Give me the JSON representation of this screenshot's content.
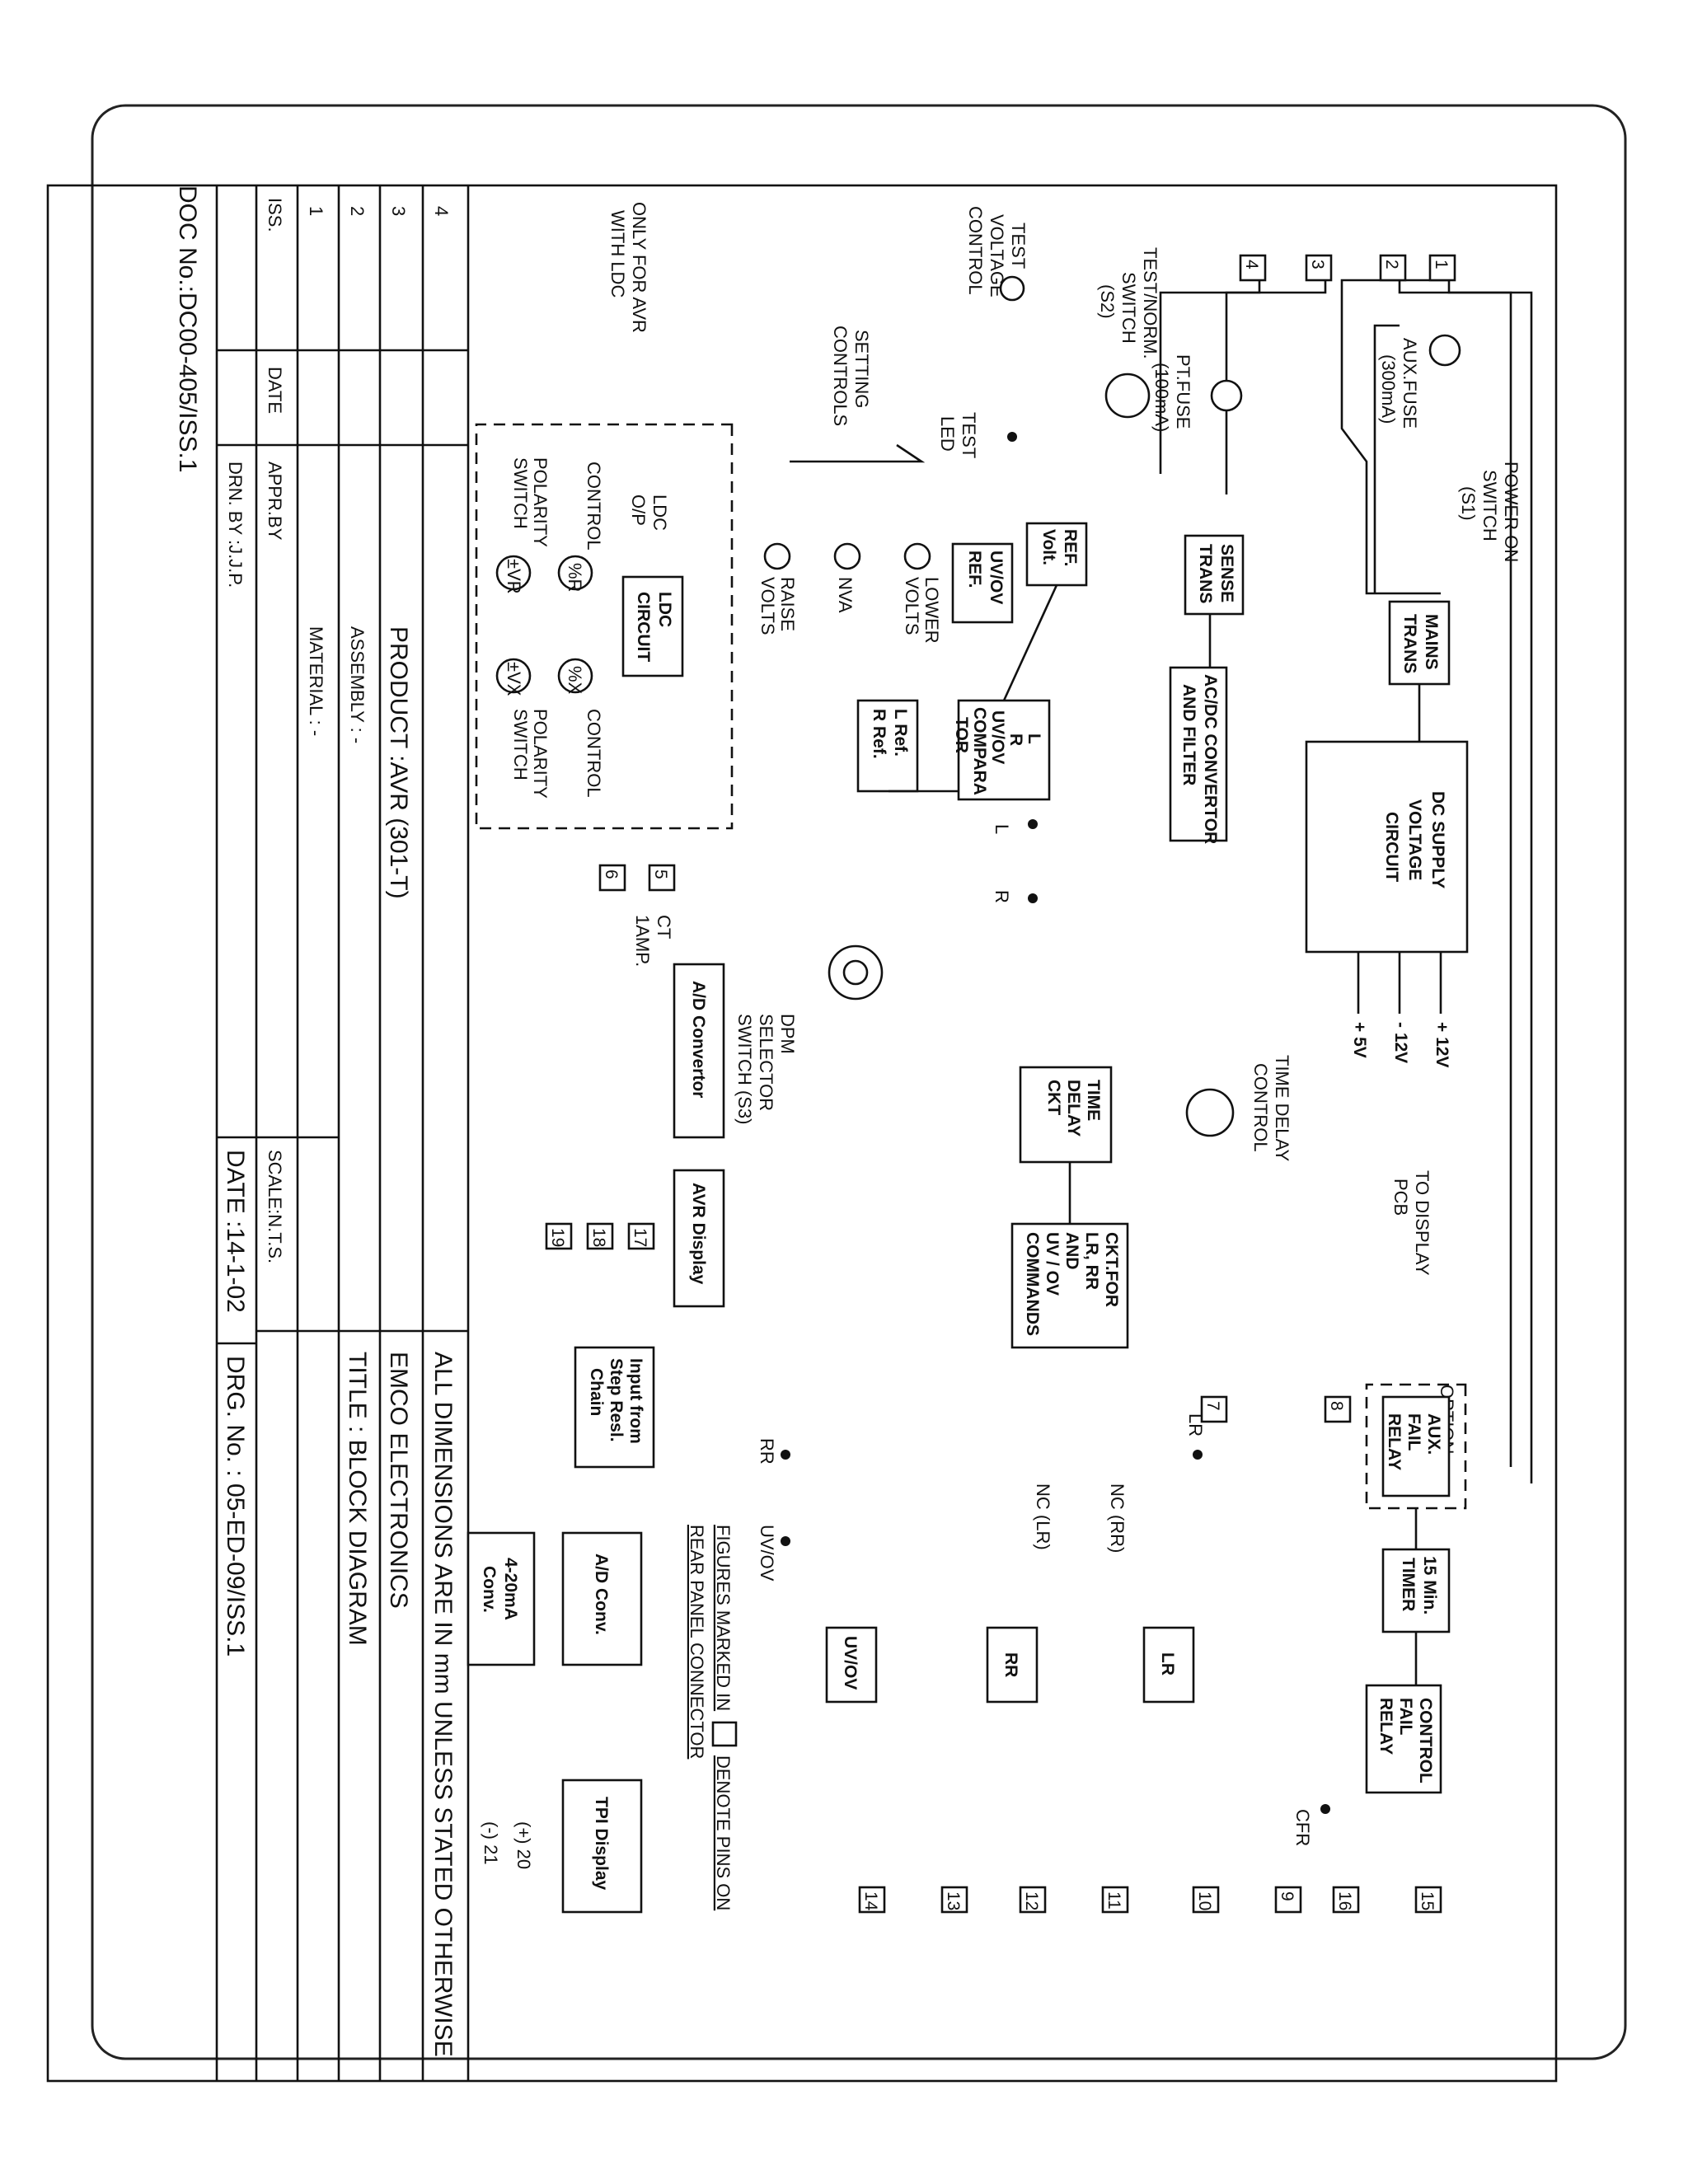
{
  "doc_number": "DOC No.:DC00-405/ISS.1",
  "title_block": {
    "all_dimensions": "ALL DIMENSIONS ARE IN mm UNLESS STATED OTHERWISE",
    "company": "EMCO ELECTRONICS",
    "title": "TITLE : BLOCK DIAGRAM",
    "product": "PRODUCT :AVR (301-T)",
    "assembly": "ASSEMBLY : -",
    "material": "MATERIAL : -",
    "scale": "SCALE:N.T.S.",
    "drn_by": "DRN. BY :J.J.P.",
    "date": "DATE :14-1-02",
    "drg_no": "DRG. No. : 05-ED-09/ISS.1",
    "issues": [
      "4",
      "3",
      "2",
      "1"
    ],
    "col_iss": "ISS.",
    "col_date": "DATE",
    "col_appr": "APPR.BY"
  },
  "blocks": {
    "mains_trans": [
      "MAINS",
      "TRANS"
    ],
    "dc_supply": [
      "DC SUPPLY",
      "VOLTAGE",
      "CIRCUIT"
    ],
    "sense_trans": [
      "SENSE",
      "TRANS"
    ],
    "acdc": [
      "AC/DC CONVERTOR",
      "AND FILTER"
    ],
    "ref_volt": [
      "REF.",
      "Volt."
    ],
    "uvov_ref": [
      "UV/OV",
      "REF."
    ],
    "lr_ref": [
      "L Ref.",
      "R Ref."
    ],
    "comparator": [
      "L",
      "R",
      "UV/OV",
      "COMPARA",
      "TOR"
    ],
    "ldc_circuit": [
      "LDC",
      "CIRCUIT"
    ],
    "time_delay": [
      "TIME",
      "DELAY",
      "CKT"
    ],
    "ckt_for": [
      "CKT.FOR",
      "LR, RR",
      "AND",
      "UV / OV",
      "COMMANDS"
    ],
    "ad_convertor": "A/D Convertor",
    "avr_display": "AVR Display",
    "input_step": [
      "Input from",
      "Step Resl.",
      "Chain"
    ],
    "ad_conv": "A/D Conv.",
    "conv_4_20": [
      "4-20mA",
      "Conv."
    ],
    "tpi_display": "TPI Display",
    "aux_fail": [
      "AUX.",
      "FAIL",
      "RELAY"
    ],
    "timer": [
      "15 Min.",
      "TIMER"
    ],
    "control_fail": [
      "CONTROL",
      "FAIL",
      "RELAY"
    ],
    "lr_box": "LR",
    "rr_box": "RR",
    "uvov_box": "UV/OV"
  },
  "labels": {
    "power_on": [
      "POWER ON",
      "SWITCH",
      "(S1)"
    ],
    "aux_fuse": [
      "AUX.FUSE",
      "(300mA)"
    ],
    "pt_fuse": [
      "PT.FUSE",
      "(100mA)"
    ],
    "test_norm": [
      "TEST/NORM.",
      "SWITCH",
      "(S2)"
    ],
    "test_voltage": [
      "TEST",
      "VOLTAGE",
      "CONTROL"
    ],
    "test_led": [
      "TEST",
      "LED"
    ],
    "setting_controls": [
      "SETTING",
      "CONTROLS"
    ],
    "only_for": [
      "ONLY FOR AVR",
      "WITH LDC"
    ],
    "ldc_op": [
      "LDC",
      "O/P"
    ],
    "raise_volts": [
      "RAISE",
      "VOLTS"
    ],
    "nva": "NVA",
    "lower_volts": [
      "LOWER",
      "VOLTS"
    ],
    "control_r": "CONTROL",
    "polarity_r": [
      "POLARITY",
      "SWITCH"
    ],
    "control_x": "CONTROL",
    "polarity_x": [
      "POLARITY",
      "SWITCH"
    ],
    "xr": "%R",
    "xx": "%X",
    "vr": "±VR",
    "vx": "±VX",
    "ct": [
      "CT",
      "1AMP."
    ],
    "dpm": [
      "DPM",
      "SELECTOR",
      "SWITCH (S3)"
    ],
    "time_delay_control": [
      "TIME DELAY",
      "CONTROL"
    ],
    "p12": "+ 12V",
    "m12": "- 12V",
    "p5": "+ 5V",
    "to_display": [
      "TO DISPLAY",
      "PCB"
    ],
    "l_led": "L",
    "r_led": "R",
    "option": "OPTION",
    "lr_led": "LR",
    "rr_led": "RR",
    "uvov_led": "UV/OV",
    "cfr_led": "CFR",
    "nc_rr": "NC (RR)",
    "nc_lr": "NC (LR)",
    "figures_note_1": "FIGURES MARKED IN",
    "figures_note_2": "DENOTE PINS ON",
    "figures_note_3": "REAR PANEL CONNECTOR",
    "plus20": "(+) 20",
    "minus21": "(-) 21"
  },
  "pins": [
    "1",
    "2",
    "3",
    "4",
    "5",
    "6",
    "7",
    "8",
    "9",
    "10",
    "11",
    "12",
    "13",
    "14",
    "15",
    "16",
    "17",
    "18",
    "19"
  ]
}
